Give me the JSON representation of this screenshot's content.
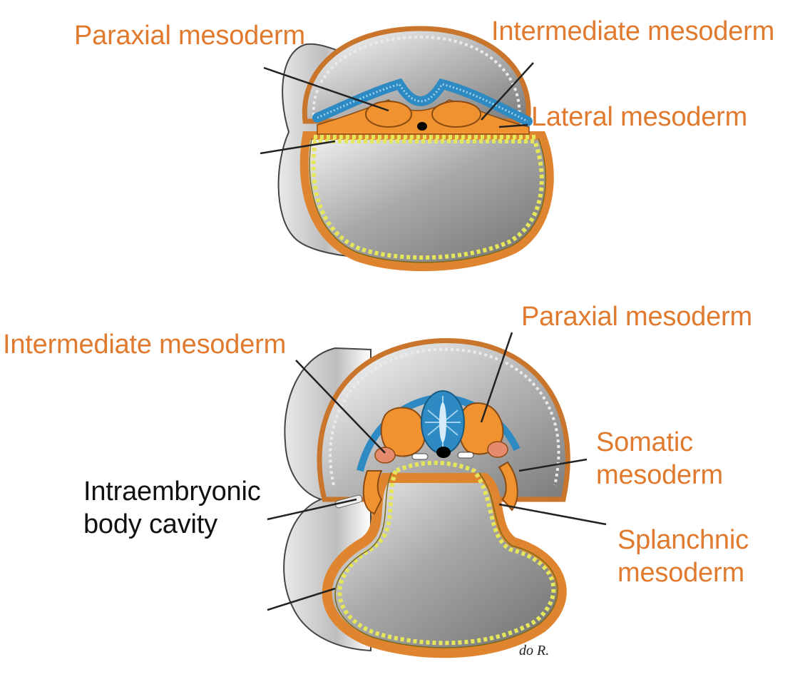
{
  "colors": {
    "label_orange": "#E07A2E",
    "label_black": "#111111",
    "mesoderm_orange": "#F0922F",
    "ectoderm_blue": "#2E8AC2",
    "endoderm_yellow": "#E6E65A",
    "intermediate_salmon": "#E58A6C",
    "cavity_grey": "#9E9E9E"
  },
  "top_diagram": {
    "paraxial_label": "Paraxial mesoderm",
    "intermediate_label": "Intermediate mesoderm",
    "lateral_label": "Lateral mesoderm"
  },
  "bottom_diagram": {
    "paraxial_label": "Paraxial mesoderm",
    "intermediate_label": "Intermediate mesoderm",
    "somatic_label": [
      "Somatic",
      "mesoderm"
    ],
    "cavity_label": [
      "Intraembryonic",
      "body cavity"
    ],
    "splanchnic_label": [
      "Splanchnic",
      "mesoderm"
    ]
  },
  "signature": "do R."
}
